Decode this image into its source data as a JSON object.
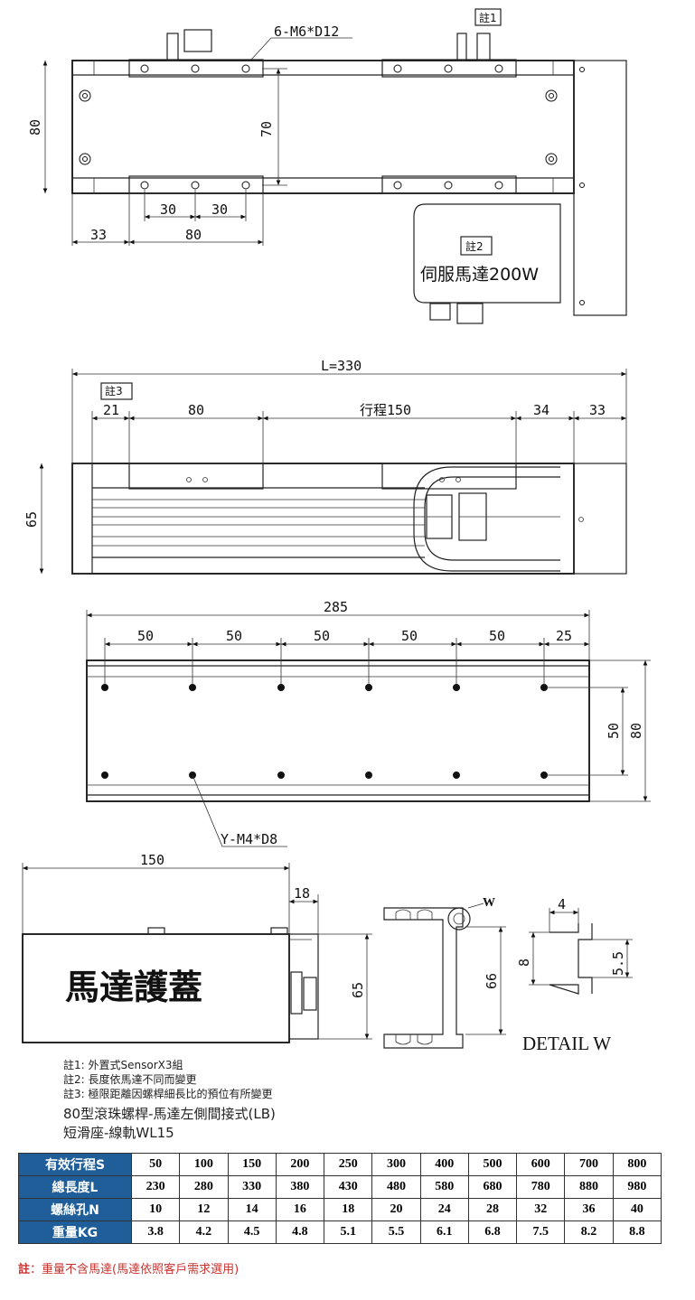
{
  "top_view": {
    "callout_hole": "6-M6*D12",
    "note1_tag": "註1",
    "note2_tag": "註2",
    "motor_label": "伺服馬達200W",
    "dims": {
      "height": "80",
      "rail": "70",
      "p1": "30",
      "p2": "30",
      "left": "33",
      "carriage": "80"
    }
  },
  "side_view": {
    "note3_tag": "註3",
    "length": "L=330",
    "dims": {
      "a": "21",
      "b": "80",
      "stroke": "行程150",
      "c": "34",
      "d": "33",
      "h": "65"
    }
  },
  "bottom_view": {
    "total": "285",
    "pitches": [
      "50",
      "50",
      "50",
      "50",
      "50",
      "25"
    ],
    "inner": "50",
    "outer": "80",
    "callout": "Y-M4*D8"
  },
  "cover_view": {
    "width": "150",
    "depth": "18",
    "height": "65",
    "label": "馬達護蓋"
  },
  "profile_view": {
    "height": "66",
    "tag": "W"
  },
  "detail_view": {
    "dim_top": "4",
    "dim_left": "8",
    "dim_right": "5.5",
    "label": "DETAIL W"
  },
  "notes": [
    "註1: 外置式SensorX3組",
    "註2: 長度依馬達不同而變更",
    "註3: 極限距離因螺桿細長比的預位有所變更"
  ],
  "subtitle": [
    "80型滾珠螺桿-馬達左側間接式(LB)",
    "短滑座-線軌WL15"
  ],
  "spec_table": {
    "rows": [
      {
        "label": "有效行程S",
        "values": [
          "50",
          "100",
          "150",
          "200",
          "250",
          "300",
          "400",
          "500",
          "600",
          "700",
          "800"
        ]
      },
      {
        "label": "總長度L",
        "values": [
          "230",
          "280",
          "330",
          "380",
          "430",
          "480",
          "580",
          "680",
          "780",
          "880",
          "980"
        ]
      },
      {
        "label": "螺絲孔N",
        "values": [
          "10",
          "12",
          "14",
          "16",
          "18",
          "20",
          "24",
          "28",
          "32",
          "36",
          "40"
        ]
      },
      {
        "label": "重量KG",
        "values": [
          "3.8",
          "4.2",
          "4.5",
          "4.8",
          "5.1",
          "5.5",
          "6.1",
          "6.8",
          "7.5",
          "8.2",
          "8.8"
        ]
      }
    ],
    "header_color": "#1f5e99"
  },
  "footnote": {
    "tag": "註",
    "text": "：重量不含馬達(馬達依照客戶需求選用)",
    "color": "#c8322e"
  }
}
